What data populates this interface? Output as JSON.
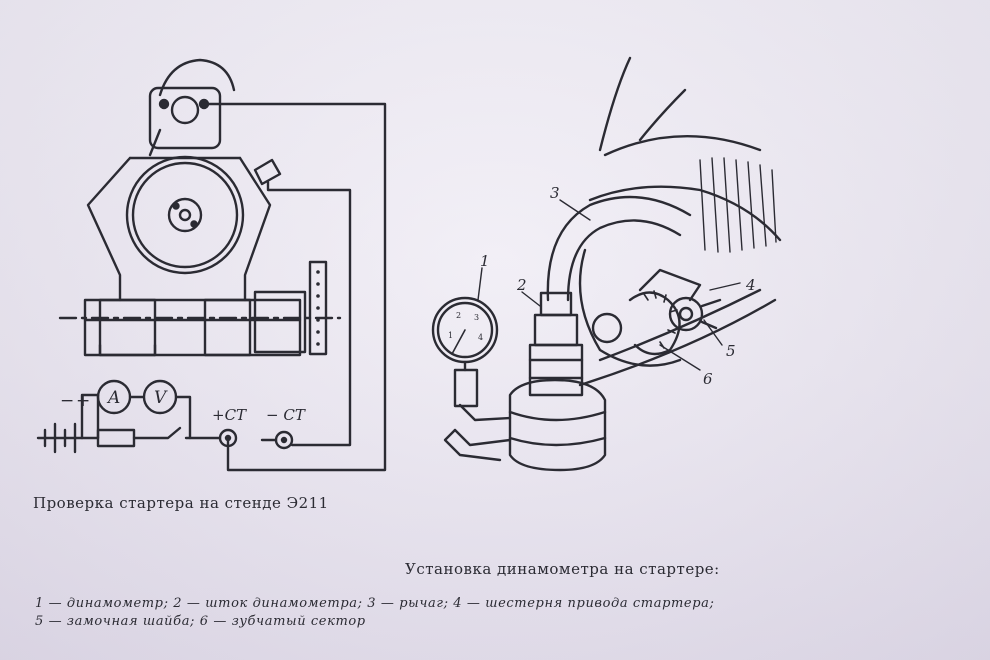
{
  "left_figure": {
    "caption": "Проверка стартера на стенде Э211",
    "terminal_labels": {
      "minus_left": "−",
      "plus_left": "+",
      "ammeter": "A",
      "voltmeter": "V",
      "plus_st": "+СТ",
      "minus_st": "− СТ"
    }
  },
  "right_figure": {
    "caption": "Установка динамометра на стартере:",
    "callouts": [
      "1",
      "2",
      "3",
      "4",
      "5",
      "6"
    ],
    "gauge_marks": [
      "1",
      "2",
      "3",
      "4"
    ],
    "legend": {
      "line1": "1 — динамометр; 2 — шток динамометра; 3 — рычаг; 4 — шестерня привода стартера;",
      "line2": "5 — замочная шайба; 6 — зубчатый сектор"
    }
  },
  "colors": {
    "ink": "#2b2b33",
    "paper": "#efecf4",
    "bleed_through": "#cfc9d9"
  }
}
